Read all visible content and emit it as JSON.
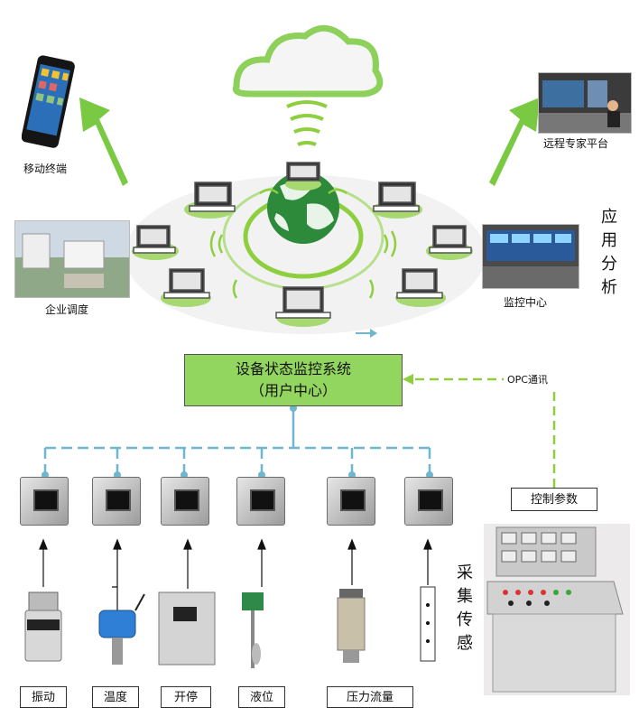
{
  "app_labels": {
    "mobile": "移动终端",
    "enterprise": "企业调度",
    "expert": "远程专家平台",
    "monitor": "监控中心"
  },
  "side_vertical": {
    "apply": "应用分析",
    "collect": "采集传感"
  },
  "main_system": {
    "line1": "设备状态监控系统",
    "line2": "（用户中心）"
  },
  "opc_label": "OPC通讯",
  "control_param": "控制参数",
  "sensors": [
    "振动",
    "温度",
    "开停",
    "液位",
    "压力流量"
  ],
  "more_dots": "·\n·\n·",
  "colors": {
    "green_box": "#93d65f",
    "arrow_green": "#7ac943",
    "dash_blue": "#6fb6cf"
  }
}
